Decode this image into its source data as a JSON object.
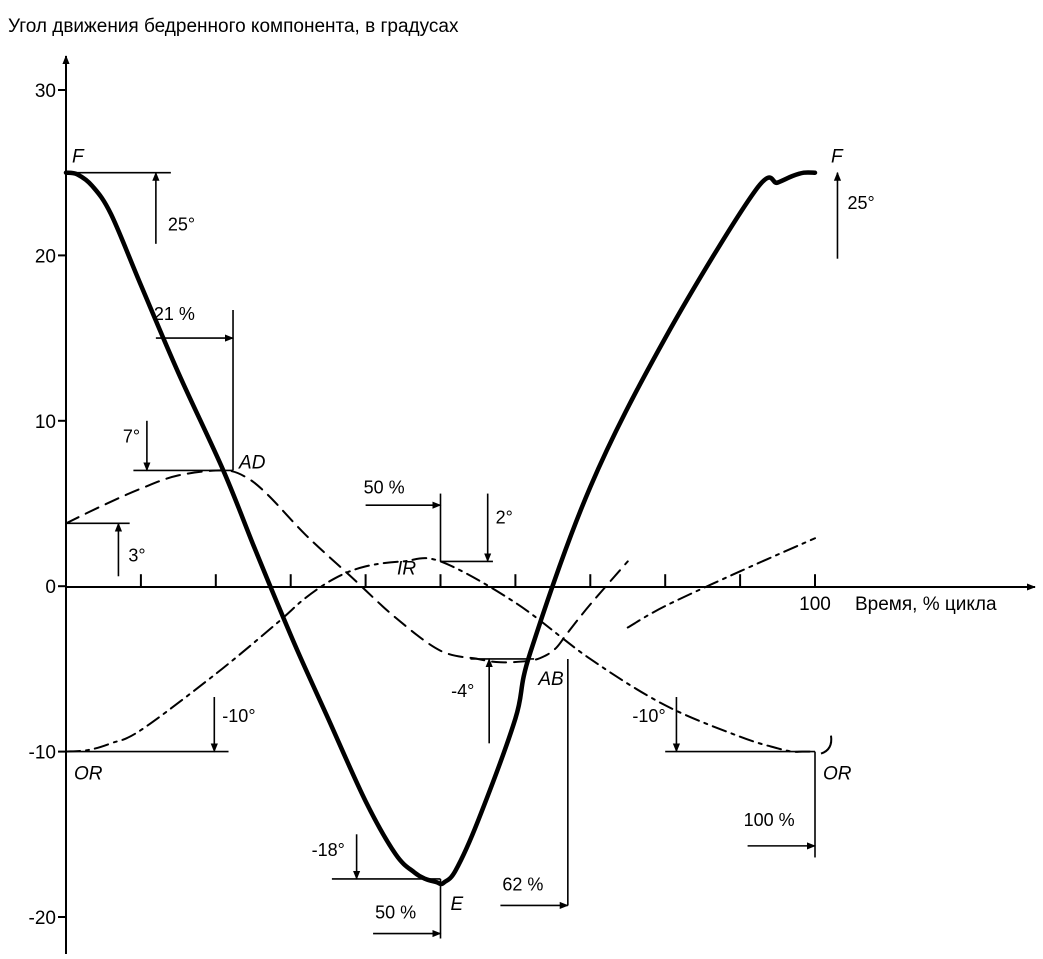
{
  "chart_data": {
    "type": "line",
    "title": "",
    "ylabel": "Угол движения бедренного компонента, в градусах",
    "xlabel": "Время, % цикла",
    "xlim": [
      0,
      100
    ],
    "ylim": [
      -20,
      30
    ],
    "grid": false,
    "legend": "none",
    "y_ticks": [
      {
        "value": 30,
        "label": "30"
      },
      {
        "value": 20,
        "label": "20"
      },
      {
        "value": 10,
        "label": "10"
      },
      {
        "value": 0,
        "label": "0"
      },
      {
        "value": -10,
        "label": "-10"
      },
      {
        "value": -20,
        "label": "-20"
      }
    ],
    "x_ticks": [
      {
        "value": 10,
        "label": ""
      },
      {
        "value": 20,
        "label": ""
      },
      {
        "value": 30,
        "label": ""
      },
      {
        "value": 40,
        "label": ""
      },
      {
        "value": 50,
        "label": ""
      },
      {
        "value": 60,
        "label": ""
      },
      {
        "value": 70,
        "label": ""
      },
      {
        "value": 80,
        "label": ""
      },
      {
        "value": 90,
        "label": ""
      },
      {
        "value": 100,
        "label": "100"
      }
    ],
    "series": [
      {
        "style": "solid-bold",
        "x": [
          0,
          1.5,
          3.5,
          6,
          10,
          15,
          21,
          25,
          28,
          31,
          35,
          40,
          44,
          46.5,
          48,
          49.5,
          50,
          50.5,
          52,
          55,
          60,
          62,
          70,
          80,
          92,
          95,
          97,
          98.5,
          100
        ],
        "y": [
          25,
          24.9,
          24.2,
          22.5,
          18.2,
          12.9,
          7,
          2.5,
          -0.8,
          -4,
          -8,
          -13,
          -16.2,
          -17.3,
          -17.7,
          -17.9,
          -18,
          -17.9,
          -17.2,
          -14.2,
          -8,
          -4,
          6,
          15,
          23.9,
          24.4,
          24.8,
          25,
          25
        ]
      },
      {
        "style": "dashed",
        "x": [
          0,
          5,
          10,
          15,
          21,
          24,
          27,
          32,
          38,
          44,
          50,
          55,
          58,
          62,
          64,
          65.5,
          67,
          70,
          75
        ],
        "y": [
          3.8,
          4.9,
          5.9,
          6.7,
          7,
          6.6,
          5.5,
          3.1,
          0.6,
          -1.9,
          -3.9,
          -4.4,
          -4.6,
          -4.5,
          -4.2,
          -3.7,
          -2.8,
          -1.1,
          1.5
        ]
      },
      {
        "style": "dash-dot",
        "x": [
          0,
          3,
          6,
          10,
          20,
          28,
          32,
          36,
          40,
          45,
          50,
          60,
          70,
          80,
          90,
          95,
          97,
          98.3,
          100
        ],
        "y": [
          -10,
          -9.9,
          -9.5,
          -8.7,
          -5.3,
          -2.3,
          -0.7,
          0.5,
          1.2,
          1.5,
          1.5,
          -1,
          -4.4,
          -7.2,
          -9.1,
          -9.8,
          -10,
          -10,
          -10
        ]
      },
      {
        "style": "dash-dot",
        "x": [
          75,
          80,
          90,
          100
        ],
        "y": [
          -2.5,
          -1.2,
          0.9,
          2.9
        ]
      }
    ],
    "point_labels": [
      {
        "label": "F",
        "x": 0,
        "y": 25
      },
      {
        "label": "F",
        "x": 100,
        "y": 25
      },
      {
        "label": "AD",
        "x": 21,
        "y": 7
      },
      {
        "label": "IR",
        "x": 50,
        "y": 1.5
      },
      {
        "label": "AB",
        "x": 62,
        "y": -4.4
      },
      {
        "label": "E",
        "x": 50,
        "y": -18
      },
      {
        "label": "OR",
        "x": 0,
        "y": -10
      },
      {
        "label": "OR",
        "x": 100,
        "y": -10
      }
    ],
    "annotations": [
      {
        "label": "25°",
        "x": 12,
        "y": 25
      },
      {
        "label": "25°",
        "x": 100,
        "y": 25
      },
      {
        "label": "21 %",
        "x": 21,
        "y": 16.7
      },
      {
        "label": "7°",
        "x": 21,
        "y": 7
      },
      {
        "label": "3°",
        "x": 0,
        "y": 3.8
      },
      {
        "label": "50 %",
        "x": 50,
        "y": 5.6
      },
      {
        "label": "2°",
        "x": 50,
        "y": 1.5
      },
      {
        "label": "-4°",
        "x": 62,
        "y": -4.4
      },
      {
        "label": "-10°",
        "x": 0,
        "y": -10
      },
      {
        "label": "-10°",
        "x": 100,
        "y": -10
      },
      {
        "label": "100 %",
        "x": 100,
        "y": -16
      },
      {
        "label": "-18°",
        "x": 50,
        "y": -18
      },
      {
        "label": "50 %",
        "x": 50,
        "y": -21
      },
      {
        "label": "62 %",
        "x": 62,
        "y": -19.3
      }
    ]
  }
}
